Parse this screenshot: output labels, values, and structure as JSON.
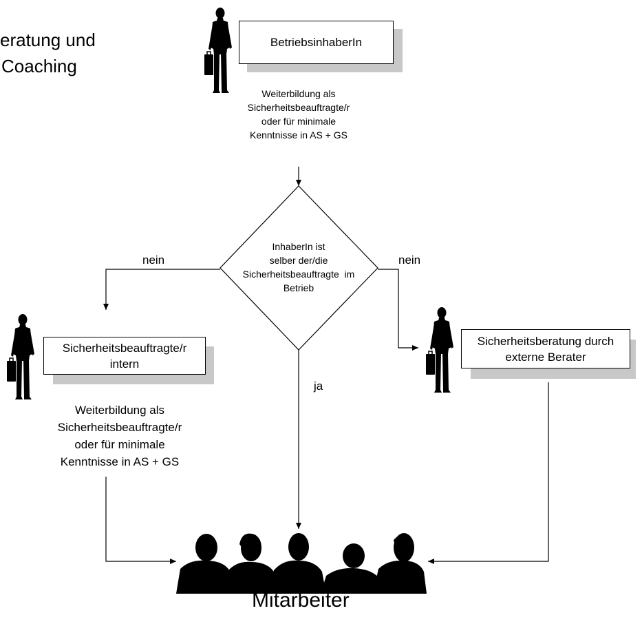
{
  "title": {
    "line1": "eratung und",
    "line2": "Coaching"
  },
  "nodes": {
    "owner": {
      "label": "BetriebsinhaberIn",
      "note": [
        "Weiterbildung als",
        "Sicherheitsbeauftragte/r",
        "oder für minimale",
        "Kenntnisse in AS + GS"
      ]
    },
    "decision": {
      "lines": [
        "InhaberIn ist",
        "selber der/die",
        "Sicherheitsbeauftragte  im",
        "Betrieb"
      ]
    },
    "internal": {
      "line1": "Sicherheitsbeauftragte/r",
      "line2": "intern",
      "note": [
        "Weiterbildung als",
        "Sicherheitsbeauftragte/r",
        "oder für minimale",
        "Kenntnisse in AS + GS"
      ]
    },
    "external": {
      "line1": "Sicherheitsberatung durch",
      "line2": "externe Berater"
    },
    "staff": {
      "label": "Mitarbeiter"
    }
  },
  "edges": {
    "left_label": "nein",
    "right_label": "nein",
    "down_label": "ja"
  },
  "colors": {
    "line": "#000000",
    "shadow": "#c8c8c8",
    "silhouette": "#000000"
  },
  "icons": [
    "businessman-icon",
    "businessman-icon",
    "businessman-icon",
    "group-of-people-icon"
  ]
}
